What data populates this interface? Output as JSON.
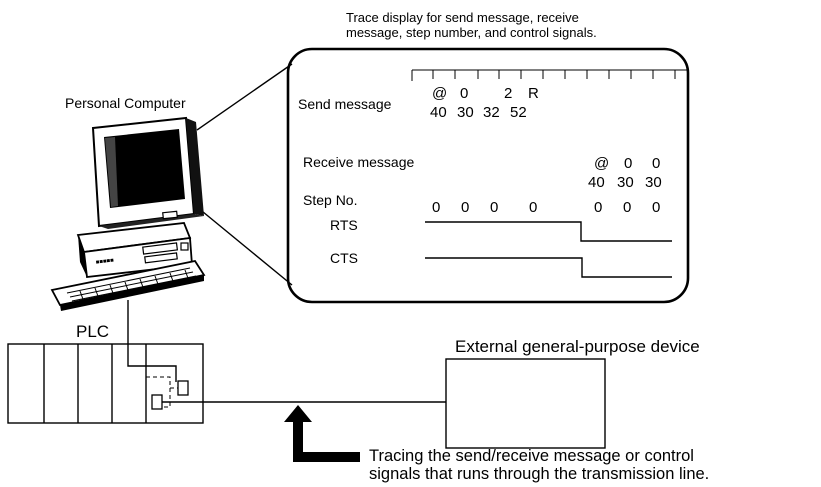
{
  "caption_top": {
    "line1": "Trace display for send message, receive",
    "line2": "message, step number, and control signals."
  },
  "pc_label": "Personal Computer",
  "plc_label": "PLC",
  "device_label": "External general-purpose device",
  "caption_bottom": {
    "line1": "Tracing the send/receive message or control",
    "line2": "signals that runs through the transmission line."
  },
  "trace": {
    "send_label": "Send message",
    "send_chars": [
      "@",
      "0",
      "2",
      "R"
    ],
    "send_hex": [
      "40",
      "30",
      "32",
      "52"
    ],
    "receive_label": "Receive message",
    "receive_chars": [
      "@",
      "0",
      "0"
    ],
    "receive_hex": [
      "40",
      "30",
      "30"
    ],
    "step_label": "Step No.",
    "step_values_a": [
      "0",
      "0",
      "0",
      "0"
    ],
    "step_values_b": [
      "0",
      "0",
      "0"
    ],
    "rts_label": "RTS",
    "cts_label": "CTS"
  }
}
